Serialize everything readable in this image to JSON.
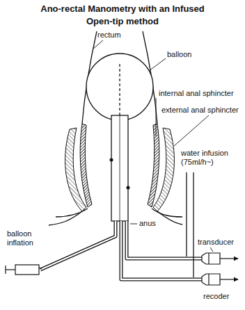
{
  "diagram": {
    "title": "Ano-rectal Manometry with an Infused Open-tip method",
    "labels": [
      "rectum",
      "balloon",
      "internal anal sphincter",
      "external anal sphincter",
      "water infusion (75ml/h~)",
      "anus",
      "balloon inflation",
      "transducer",
      "recoder"
    ]
  }
}
